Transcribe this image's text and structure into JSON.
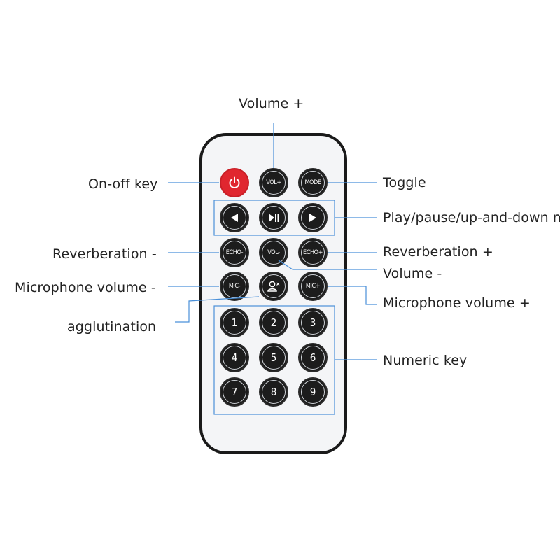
{
  "labels": {
    "volume_plus": "Volume +",
    "on_off_key": "On-off key",
    "toggle": "Toggle",
    "play_pause": "Play/pause/up-and-down music",
    "reverberation_minus": "Reverberation -",
    "reverberation_plus": "Reverberation +",
    "volume_minus": "Volume -",
    "microphone_volume_minus": "Microphone volume -",
    "microphone_volume_plus": "Microphone volume +",
    "agglutination": "agglutination",
    "numeric_key": "Numeric key"
  },
  "buttons": {
    "power": "power-icon",
    "vol_plus": "VOL+",
    "mode": "MODE",
    "prev": "previous-icon",
    "play_pause": "play-pause-icon",
    "next": "next-icon",
    "echo_minus": "ECHO-",
    "vol_minus": "VOL-",
    "echo_plus": "ECHO+",
    "mic_minus": "MIC-",
    "mic_plus": "MIC+",
    "agglutination": "person-x-icon",
    "numbers": [
      "1",
      "2",
      "3",
      "4",
      "5",
      "6",
      "7",
      "8",
      "9"
    ]
  },
  "colors": {
    "power": "#e0262f",
    "button": "#1c1c1c",
    "remote_body": "#1a1a1a",
    "remote_face": "#f4f5f7",
    "callout_line": "#4a90d9"
  }
}
